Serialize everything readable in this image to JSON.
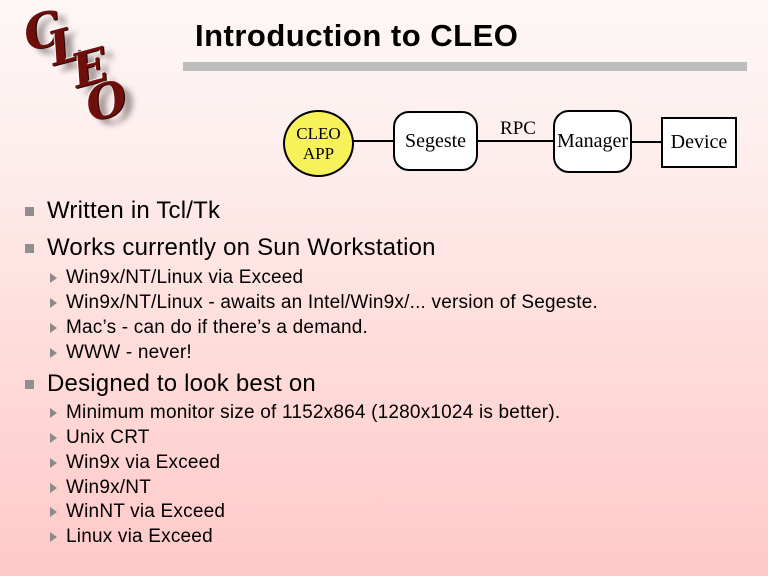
{
  "slide": {
    "title": "Introduction to CLEO",
    "logo_letters": [
      "C",
      "L",
      "E",
      "O"
    ]
  },
  "colors": {
    "background_top": "#fdf7f6",
    "background_bottom": "#fec9c8",
    "title_bar_gray": "#bdbdbd",
    "logo_red": "#6e0f0b",
    "app_node_yellow": "#f8f25a",
    "bullet_gray": "#8f8f8f"
  },
  "diagram": {
    "app_node": {
      "line1": "CLEO",
      "line2": "APP"
    },
    "nodes": [
      {
        "label": "Segeste"
      },
      {
        "label": "Manager"
      },
      {
        "label": "Device"
      }
    ],
    "edge_label": "RPC"
  },
  "bullets": [
    {
      "level": 1,
      "text": "Written in Tcl/Tk"
    },
    {
      "level": 1,
      "text": "Works currently on Sun Workstation"
    },
    {
      "level": 2,
      "text": "Win9x/NT/Linux via Exceed"
    },
    {
      "level": 2,
      "text": "Win9x/NT/Linux - awaits an Intel/Win9x/... version of Segeste."
    },
    {
      "level": 2,
      "text": "Mac’s - can do if there’s a demand."
    },
    {
      "level": 2,
      "text": "WWW - never!"
    },
    {
      "level": 1,
      "text": "Designed to look best on"
    },
    {
      "level": 2,
      "text": "Minimum monitor size of 1152x864 (1280x1024 is better)."
    },
    {
      "level": 2,
      "text": "Unix CRT"
    },
    {
      "level": 2,
      "text": "Win9x via Exceed"
    },
    {
      "level": 2,
      "text": "Win9x/NT"
    },
    {
      "level": 2,
      "text": "WinNT via Exceed"
    },
    {
      "level": 2,
      "text": "Linux via Exceed"
    }
  ]
}
